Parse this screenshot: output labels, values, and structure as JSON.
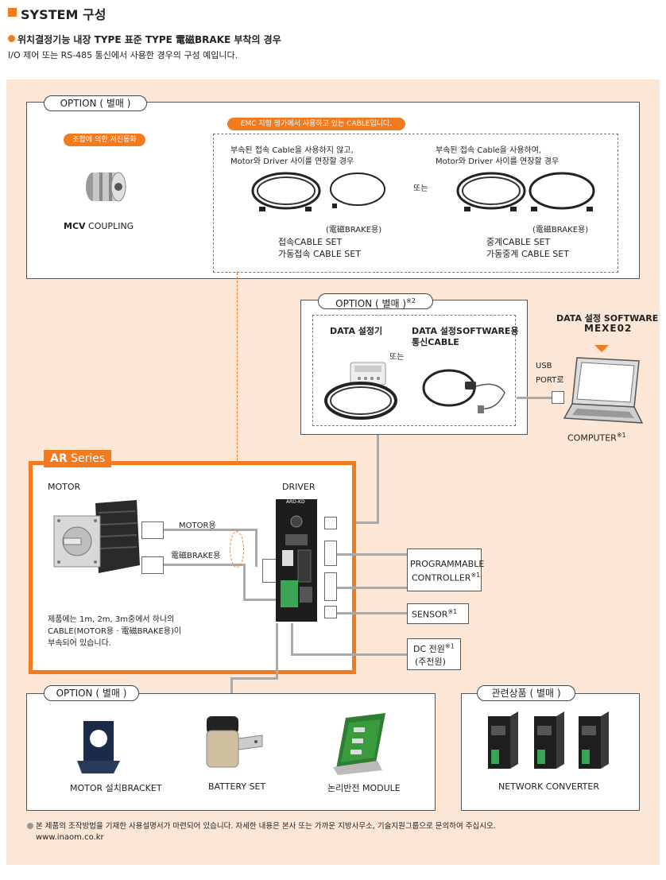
{
  "header": {
    "title": "SYSTEM 구성",
    "subtitle": "위치결정기능 내장 TYPE 표준 TYPE 電磁BRAKE 부착의 경우",
    "description": "I/O 제어 또는 RS-485 통신에서 사용한 경우의 구성 예입니다."
  },
  "option_top": {
    "label": "OPTION ( 별매 )",
    "coupling_tag": "조합에 의한 저진동화",
    "coupling_name_bold": "MCV",
    "coupling_name": "COUPLING",
    "emc_tag": "EMC 지령 평가에서 사용하고 있는 CABLE입니다.",
    "left_desc_1": "부속된 접속 Cable을 사용하지 않고,",
    "left_desc_2": "Motor와 Driver 사이를 연장할 경우",
    "or_text": "또는",
    "right_desc_1": "부속된 접속 Cable을 사용하여,",
    "right_desc_2": "Motor와 Driver 사이를 연장할 경우",
    "brake_note_left": "(電磁BRAKE용)",
    "brake_note_right": "(電磁BRAKE용)",
    "left_set_1": "접속CABLE SET",
    "left_set_2": "가동접속 CABLE SET",
    "right_set_1": "중계CABLE SET",
    "right_set_2": "가동중계 CABLE SET"
  },
  "option_mid": {
    "label": "OPTION ( 별매 )",
    "label_sup": "※2",
    "data_setter": "DATA 설정기",
    "software_cable_1": "DATA 설정SOFTWARE용",
    "software_cable_2": "통신CABLE",
    "or_text": "또는"
  },
  "computer": {
    "software_title": "DATA 설정 SOFTWARE",
    "software_name": "MEXE02",
    "usb_1": "USB",
    "usb_2": "PORT로",
    "label": "COMPUTER",
    "sup": "※1"
  },
  "ar_series": {
    "title_bold": "AR",
    "title": "Series",
    "motor": "MOTOR",
    "driver": "DRIVER",
    "motor_cable": "MOTOR용",
    "brake_cable": "電磁BRAKE용",
    "note_1": "제품에는 1m, 2m, 3m중에서 하나의",
    "note_2": "CABLE(MOTOR용 · 電磁BRAKE용)이",
    "note_3": "부속되어 있습니다.",
    "driver_model": "ARD-KD"
  },
  "peripherals": {
    "plc_1": "PROGRAMMABLE",
    "plc_2": "CONTROLLER",
    "plc_sup": "※1",
    "sensor": "SENSOR",
    "sensor_sup": "※1",
    "dc_1": "DC 전원",
    "dc_sup": "※1",
    "dc_2": "(주전원)"
  },
  "option_bottom": {
    "label": "OPTION ( 별매 )",
    "item_1": "MOTOR 설치BRACKET",
    "item_2": "BATTERY SET",
    "item_3": "논리반전 MODULE"
  },
  "related": {
    "label": "관련상품 ( 별매 )",
    "item": "NETWORK CONVERTER"
  },
  "footer": {
    "note": "본 제품의 조작방법을 기재한 사용설명서가 마련되어 있습니다. 자세한 내용은 본사 또는 가까운 지방사무소, 기술지원그룹으로 문의하여 주십시오.",
    "url": "www.inaom.co.kr"
  },
  "colors": {
    "accent": "#f47a20",
    "panel_bg": "#fce6d6",
    "line_gray": "#aaaaaa"
  }
}
